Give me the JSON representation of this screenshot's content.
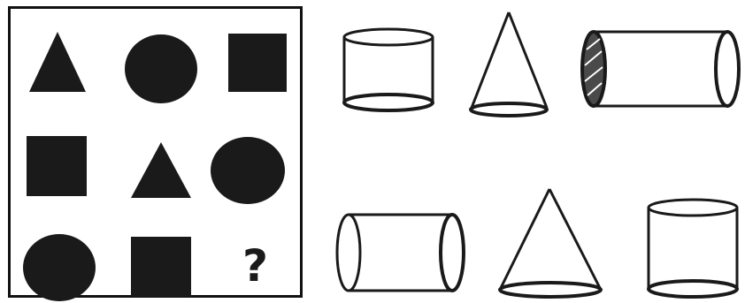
{
  "puzzle": {
    "ink_color": "#1a1a1a",
    "matrix": [
      [
        "triangle",
        "circle",
        "square"
      ],
      [
        "square",
        "triangle",
        "circle"
      ],
      [
        "circle",
        "square",
        "question"
      ]
    ],
    "missing_marker": "?",
    "options": [
      [
        "cylinder-upright",
        "cone",
        "cylinder-horizontal-shaded-left"
      ],
      [
        "cylinder-horizontal",
        "cone",
        "cylinder-upright"
      ]
    ]
  }
}
